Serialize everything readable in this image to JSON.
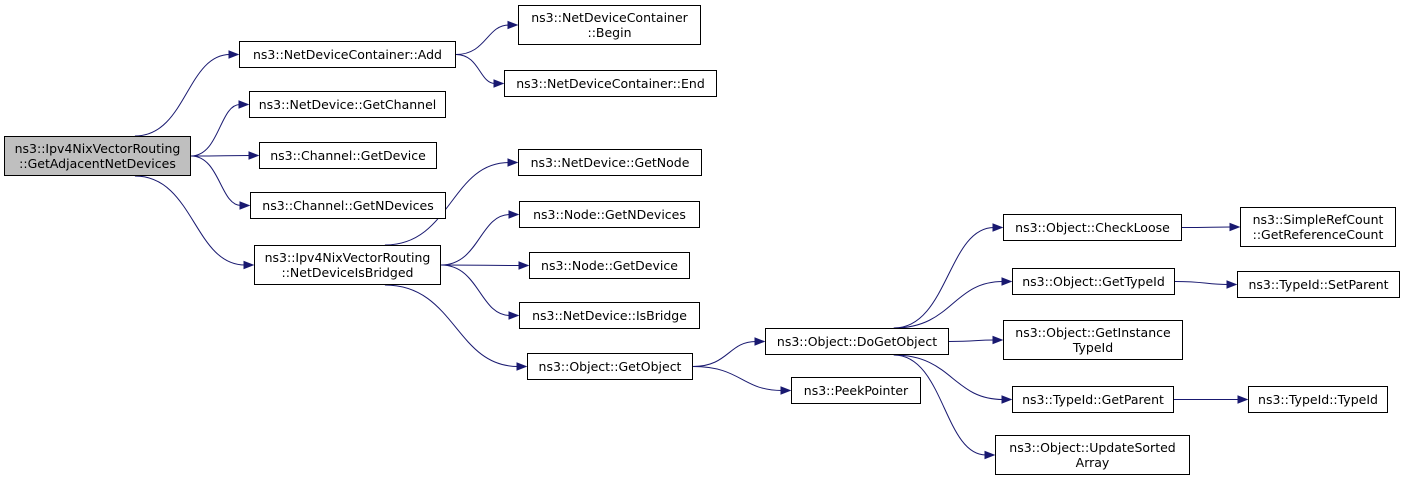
{
  "colors": {
    "edge": "#191970",
    "root_fill": "#bfbfbf",
    "node_fill": "#ffffff",
    "border": "#000000"
  },
  "nodes": {
    "root": "ns3::Ipv4NixVectorRouting\n::GetAdjacentNetDevices",
    "ndc_add": "ns3::NetDeviceContainer::Add",
    "ndc_begin": "ns3::NetDeviceContainer\n::Begin",
    "ndc_end": "ns3::NetDeviceContainer::End",
    "nd_getchannel": "ns3::NetDevice::GetChannel",
    "ch_getdevice": "ns3::Channel::GetDevice",
    "ch_getndevices": "ns3::Channel::GetNDevices",
    "isbridged": "ns3::Ipv4NixVectorRouting\n::NetDeviceIsBridged",
    "nd_getnode": "ns3::NetDevice::GetNode",
    "node_getndevices": "ns3::Node::GetNDevices",
    "node_getdevice": "ns3::Node::GetDevice",
    "nd_isbridge": "ns3::NetDevice::IsBridge",
    "obj_getobject": "ns3::Object::GetObject",
    "peekpointer": "ns3::PeekPointer",
    "obj_dogetobject": "ns3::Object::DoGetObject",
    "obj_checkloose": "ns3::Object::CheckLoose",
    "obj_gettypeid": "ns3::Object::GetTypeId",
    "obj_getinstancetypeid": "ns3::Object::GetInstance\nTypeId",
    "typeid_getparent": "ns3::TypeId::GetParent",
    "obj_updatesortedarray": "ns3::Object::UpdateSorted\nArray",
    "srefcount": "ns3::SimpleRefCount\n::GetReferenceCount",
    "typeid_setparent": "ns3::TypeId::SetParent",
    "typeid_typeid": "ns3::TypeId::TypeId"
  },
  "edges": [
    [
      "root",
      "ndc_add"
    ],
    [
      "root",
      "nd_getchannel"
    ],
    [
      "root",
      "ch_getdevice"
    ],
    [
      "root",
      "ch_getndevices"
    ],
    [
      "root",
      "isbridged"
    ],
    [
      "ndc_add",
      "ndc_begin"
    ],
    [
      "ndc_add",
      "ndc_end"
    ],
    [
      "isbridged",
      "nd_getnode"
    ],
    [
      "isbridged",
      "node_getndevices"
    ],
    [
      "isbridged",
      "node_getdevice"
    ],
    [
      "isbridged",
      "nd_isbridge"
    ],
    [
      "isbridged",
      "obj_getobject"
    ],
    [
      "obj_getobject",
      "obj_dogetobject"
    ],
    [
      "obj_getobject",
      "peekpointer"
    ],
    [
      "obj_dogetobject",
      "obj_checkloose"
    ],
    [
      "obj_dogetobject",
      "obj_gettypeid"
    ],
    [
      "obj_dogetobject",
      "obj_getinstancetypeid"
    ],
    [
      "obj_dogetobject",
      "typeid_getparent"
    ],
    [
      "obj_dogetobject",
      "obj_updatesortedarray"
    ],
    [
      "obj_checkloose",
      "srefcount"
    ],
    [
      "obj_gettypeid",
      "typeid_setparent"
    ],
    [
      "typeid_getparent",
      "typeid_typeid"
    ]
  ]
}
